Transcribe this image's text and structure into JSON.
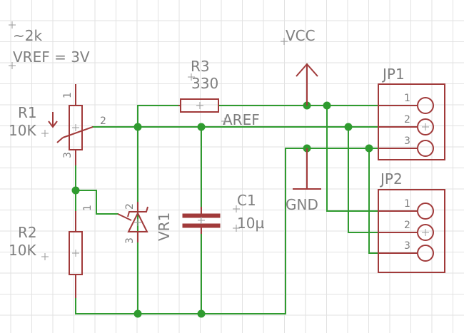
{
  "notes": {
    "line1": "~2k",
    "line2": "VREF = 3V"
  },
  "power": {
    "vcc": "VCC",
    "gnd": "GND",
    "aref": "AREF"
  },
  "r1": {
    "name": "R1",
    "value": "10K",
    "pin1": "1",
    "pin2": "2",
    "pin3": "3"
  },
  "r2": {
    "name": "R2",
    "value": "10K"
  },
  "r3": {
    "name": "R3",
    "value": "330"
  },
  "c1": {
    "name": "C1",
    "value": "10µ"
  },
  "vr1": {
    "name": "VR1",
    "pin1": "1",
    "pin2": "2",
    "pin3": "3"
  },
  "jp1": {
    "name": "JP1",
    "pins": [
      "1",
      "2",
      "3"
    ]
  },
  "jp2": {
    "name": "JP2",
    "pins": [
      "1",
      "2",
      "3"
    ]
  },
  "colors": {
    "wire": "#2f9b2f",
    "symbol": "#a13a3a",
    "text": "#7f7f7f",
    "grid": "#e2e2e2"
  }
}
